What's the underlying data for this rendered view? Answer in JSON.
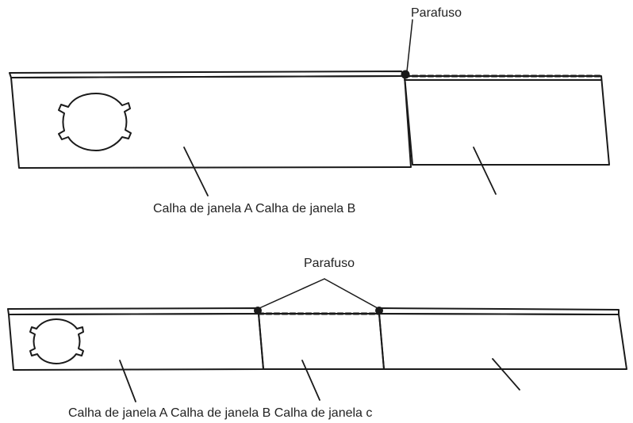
{
  "diagram_top": {
    "screw_label": "Parafuso",
    "caption": "Calha de janela A Calha de janela B"
  },
  "diagram_bottom": {
    "screw_label": "Parafuso",
    "caption": "Calha de janela A Calha de janela B Calha de janela c"
  },
  "colors": {
    "stroke": "#1a1a1a",
    "background": "#ffffff"
  }
}
